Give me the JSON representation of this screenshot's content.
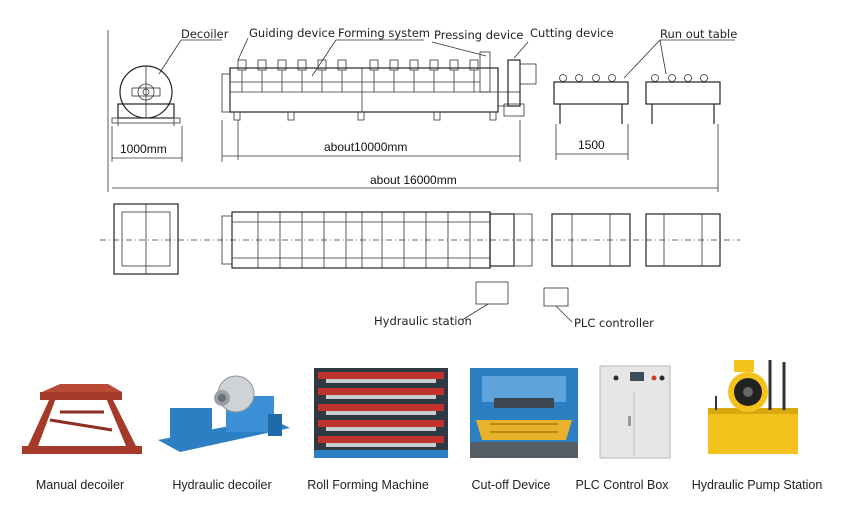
{
  "labels": {
    "decoiler": "Decoiler",
    "guiding_device": "Guiding device",
    "forming_system": "Forming system",
    "pressing_device": "Pressing device",
    "cutting_device": "Cutting device",
    "run_out_table": "Run out table",
    "hydraulic_station": "Hydraulic station",
    "plc_controller": "PLC controller"
  },
  "dimensions": {
    "decoiler_width": "1000mm",
    "forming_length": "about10000mm",
    "table_length": "1500",
    "total_length": "about 16000mm"
  },
  "products": [
    {
      "caption": "Manual decoiler"
    },
    {
      "caption": "Hydraulic decoiler"
    },
    {
      "caption": "Roll Forming Machine"
    },
    {
      "caption": "Cut-off Device"
    },
    {
      "caption": "PLC Control Box"
    },
    {
      "caption": "Hydraulic Pump Station"
    }
  ],
  "colors": {
    "decoiler_red": "#a63a2a",
    "machine_blue": "#2d7fc4",
    "roller_red": "#c0322e",
    "cutter_yellow": "#e8b32a",
    "cabinet_grey": "#e6e6e6",
    "pump_yellow": "#f3c21c"
  }
}
